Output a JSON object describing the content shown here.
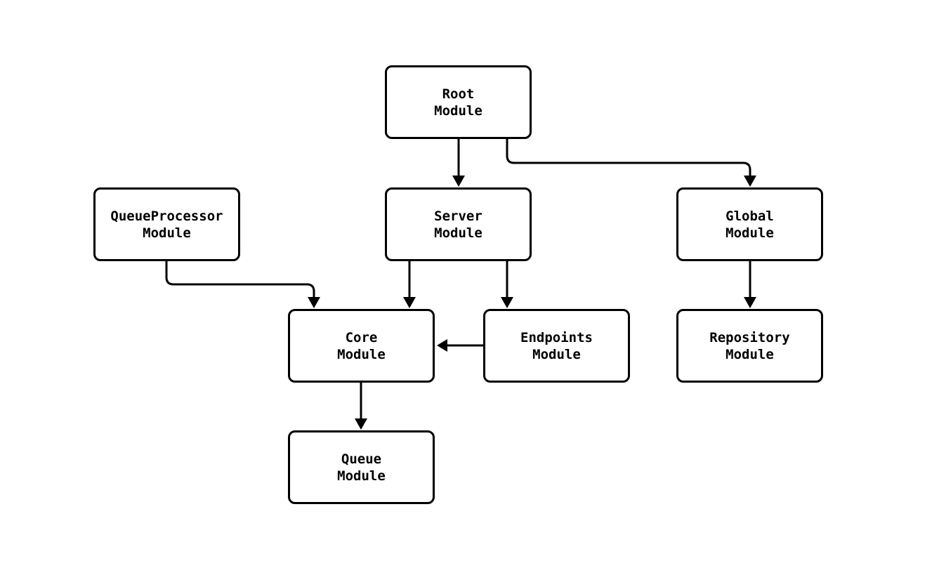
{
  "diagram": {
    "type": "flowchart",
    "stroke_color": "#000000",
    "node_fill": "#ffffff",
    "text_color": "#000000",
    "background_color": "#ffffff",
    "nodes": {
      "root": {
        "label": "Root Module",
        "line1": "Root",
        "line2": "Module"
      },
      "queueprocessor": {
        "label": "QueueProcessor Module",
        "line1": "QueueProcessor",
        "line2": "Module"
      },
      "server": {
        "label": "Server Module",
        "line1": "Server",
        "line2": "Module"
      },
      "global": {
        "label": "Global Module",
        "line1": "Global",
        "line2": "Module"
      },
      "core": {
        "label": "Core Module",
        "line1": "Core",
        "line2": "Module"
      },
      "endpoints": {
        "label": "Endpoints Module",
        "line1": "Endpoints",
        "line2": "Module"
      },
      "repository": {
        "label": "Repository Module",
        "line1": "Repository",
        "line2": "Module"
      },
      "queue": {
        "label": "Queue Module",
        "line1": "Queue",
        "line2": "Module"
      }
    },
    "edges": [
      {
        "from": "Root Module",
        "to": "Server Module"
      },
      {
        "from": "Root Module",
        "to": "Global Module"
      },
      {
        "from": "QueueProcessor Module",
        "to": "Core Module"
      },
      {
        "from": "Server Module",
        "to": "Core Module"
      },
      {
        "from": "Server Module",
        "to": "Endpoints Module"
      },
      {
        "from": "Endpoints Module",
        "to": "Core Module"
      },
      {
        "from": "Global Module",
        "to": "Repository Module"
      },
      {
        "from": "Core Module",
        "to": "Queue Module"
      }
    ]
  }
}
